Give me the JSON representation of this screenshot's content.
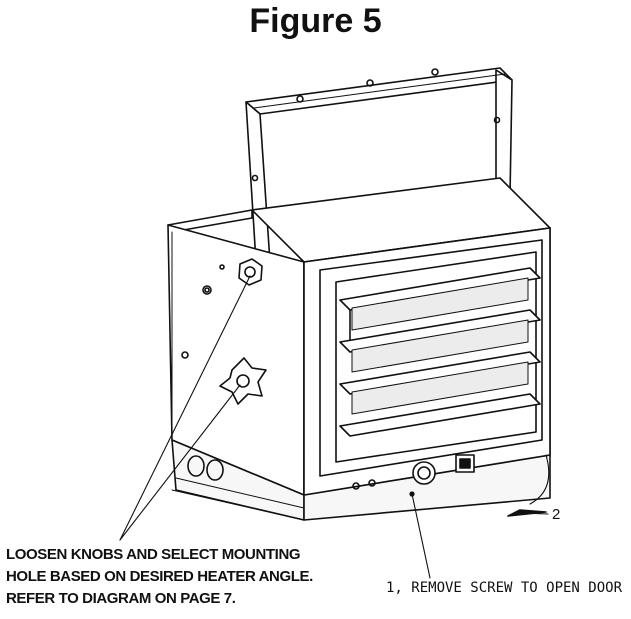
{
  "title": "Figure 5",
  "callouts": {
    "knobs": {
      "line1": "LOOSEN KNOBS AND SELECT MOUNTING",
      "line2": "HOLE BASED ON DESIRED HEATER ANGLE.",
      "line3": "REFER TO DIAGRAM ON PAGE 7."
    },
    "screw": "1, REMOVE SCREW TO OPEN DOOR",
    "door_step": "2"
  },
  "colors": {
    "ink": "#111111",
    "paper": "#ffffff",
    "fill": "#f4f4f4"
  },
  "icons": [
    "mounting-bracket",
    "adjustment-knob",
    "louver",
    "thermostat-dial",
    "power-switch"
  ]
}
